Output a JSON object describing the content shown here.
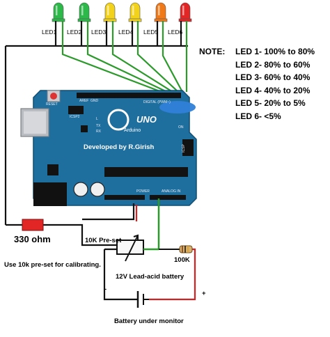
{
  "leds": [
    {
      "label": "LED1",
      "color": "#2db84a"
    },
    {
      "label": "LED2",
      "color": "#2db84a"
    },
    {
      "label": "LED3",
      "color": "#f2d21b"
    },
    {
      "label": "LED4",
      "color": "#f2d21b"
    },
    {
      "label": "LED5",
      "color": "#f07a1a"
    },
    {
      "label": "LED6",
      "color": "#e22626"
    }
  ],
  "note": {
    "title": "NOTE:",
    "items": [
      "LED 1- 100% to 80%",
      "LED 2- 80% to 60%",
      "LED 3- 60% to 40%",
      "LED 4- 40% to 20%",
      "LED 5- 20% to 5%",
      "LED 6- <5%"
    ]
  },
  "board": {
    "developer_text": "Developed by R.Girish",
    "logo_text": "UNO",
    "brand_text": "Arduino",
    "reset_label": "RESET",
    "icsp2_label": "ICSP2",
    "icsp_label": "ICSP",
    "on_label": "ON",
    "tx_label": "TX",
    "rx_label": "RX",
    "l_label": "L",
    "digital_label": "DIGITAL (PWM~)",
    "analog_label": "ANALOG IN",
    "power_label": "POWER",
    "aref_label": "AREF",
    "gnd_label": "GND"
  },
  "components": {
    "resistor_330": "330 ohm",
    "preset_label": "10K Pre-set",
    "resistor_100k": "100K",
    "battery_label": "12V Lead-acid battery",
    "battery_caption": "Battery under monitor",
    "minus": "-",
    "plus": "+",
    "calibration_note": "Use 10k pre-set for calibrating."
  },
  "colors": {
    "board": "#1e6e9e",
    "wire_green": "#2b9a2b",
    "wire_black": "#111111",
    "wire_red": "#d42020",
    "highlight": "#2f7fd8"
  }
}
